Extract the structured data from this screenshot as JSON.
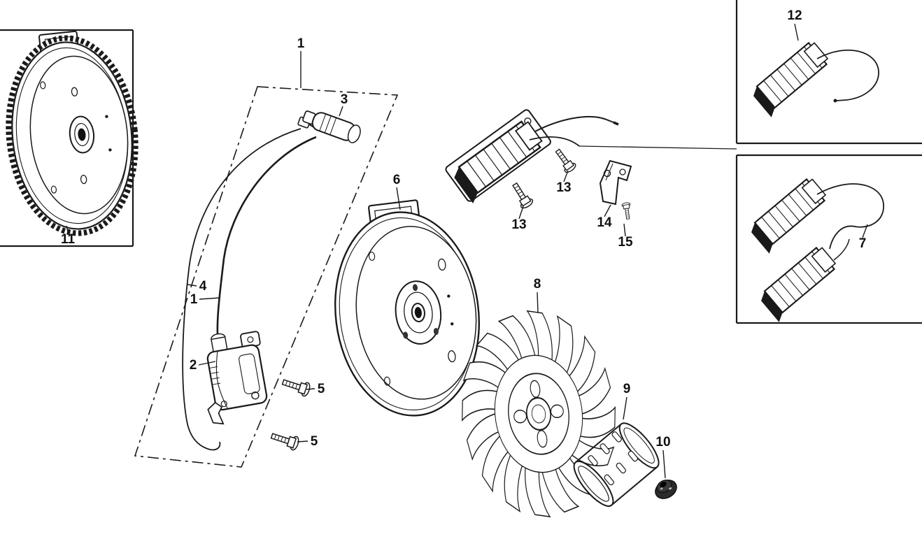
{
  "page": {
    "kind": "exploded-parts-diagram",
    "subject": "engine flywheel / ignition coil assembly",
    "background_color": "#ffffff",
    "line_color": "#1a1a1a"
  },
  "callouts": [
    {
      "label": "1",
      "part": "ignition-coil-assembly-group"
    },
    {
      "label": "3",
      "part": "spark-plug-cap"
    },
    {
      "label": "11",
      "part": "flywheel-with-ring-gear"
    },
    {
      "label": "6",
      "part": "flywheel-rotor"
    },
    {
      "label": "4",
      "part": "high-tension-cord"
    },
    {
      "label": "1",
      "part": "lead-wire"
    },
    {
      "label": "2",
      "part": "ignition-coil"
    },
    {
      "label": "5",
      "part": "bolt-upper"
    },
    {
      "label": "5",
      "part": "bolt-lower"
    },
    {
      "label": "13",
      "part": "coil-bolt-right"
    },
    {
      "label": "13",
      "part": "coil-bolt-left"
    },
    {
      "label": "14",
      "part": "bracket"
    },
    {
      "label": "15",
      "part": "screw"
    },
    {
      "label": "8",
      "part": "cooling-fan"
    },
    {
      "label": "9",
      "part": "starter-pulley-cup"
    },
    {
      "label": "10",
      "part": "flange-nut"
    },
    {
      "label": "12",
      "part": "charge-coil-single"
    },
    {
      "label": "7",
      "part": "charge-coil-double"
    }
  ]
}
